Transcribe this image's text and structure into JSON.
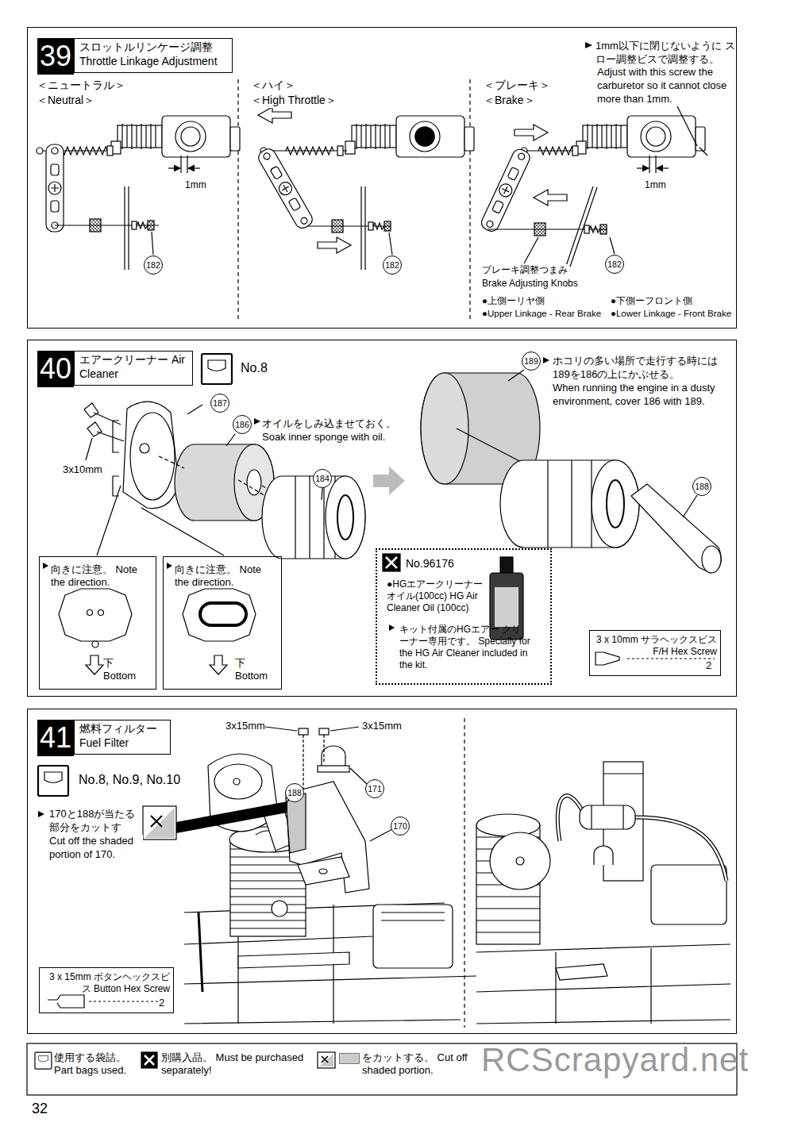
{
  "diagram": {
    "nodes": [
      {
        "text": [
          "39",
          "スロットルリンケージ調整 Throttle Linkage Adjustment"
        ]
      },
      {
        "text": [
          "40",
          "エアークリーナー Air Cleaner"
        ]
      },
      {
        "text": [
          "No.8"
        ],
        "in": 1
      },
      {
        "text": [
          "向きに注意。 Note the direction.",
          "下 Bottom"
        ],
        "in": 1
      },
      {
        "text": [
          "向きに注意。 Note the direction.",
          "下 Bottom"
        ],
        "in": 1
      },
      {
        "text": [
          "No.96176",
          "●HGエアークリーナー オイル(100cc) HG Air Cleaner Oil (100cc)",
          "キット付属のHGエアー クリーナー専用です。 Specially for the HG Air Cleaner included in the kit."
        ],
        "in": 1
      },
      {
        "text": [
          "3 x 10mm サラヘックスビス F/H Hex Screw",
          "2"
        ],
        "in": 1
      },
      {
        "text": [
          "41",
          "燃料フィルター Fuel Filter"
        ]
      },
      {
        "text": [
          "No.8, No.9, No.10"
        ],
        "in": 7
      },
      {
        "text": [
          "3 x 15mm ボタンヘックスビス Button Hex Screw",
          "2"
        ],
        "in": 7
      }
    ],
    "labels": [
      "＜ニュートラル＞",
      "＜Neutral＞",
      "＜ハイ＞",
      "＜High Throttle＞",
      "＜ブレーキ＞",
      "＜Brake＞",
      "1mm以下に閉じないように スロー調整ビスで調整する。",
      "Adjust with this screw the carburetor so it cannot close more than 1mm.",
      "1mm",
      "182",
      "182",
      "1mm",
      "182",
      "ブレーキ調整つまみ",
      "Brake Adjusting Knobs",
      "●上側ーリヤ側",
      "●Upper Linkage - Rear Brake",
      "●下側ーフロント側",
      "●Lower Linkage - Front Brake",
      "187",
      "186",
      "オイルをしみ込ませておく。",
      "Soak inner sponge with oil.",
      "184",
      "3x10mm",
      "189",
      "ホコリの多い場所で走行する時には",
      "189を186の上にかぶせる。",
      "When running the engine in a dusty environment, cover 186 with 189.",
      "188",
      "3x15mm",
      "3x15mm",
      "188",
      "171",
      "170",
      "170と188が当たる 部分をカットする。",
      "Cut off the shaded portion of 170.",
      "RCScrapyard.net",
      "32"
    ],
    "legend": [
      {
        "text": "使用する袋詰。 Part bags used."
      },
      {
        "text": "別購入品。 Must be purchased separately!"
      },
      {
        "text": "をカットする。 Cut off shaded portion.",
        "color": "#cccccc"
      }
    ]
  }
}
